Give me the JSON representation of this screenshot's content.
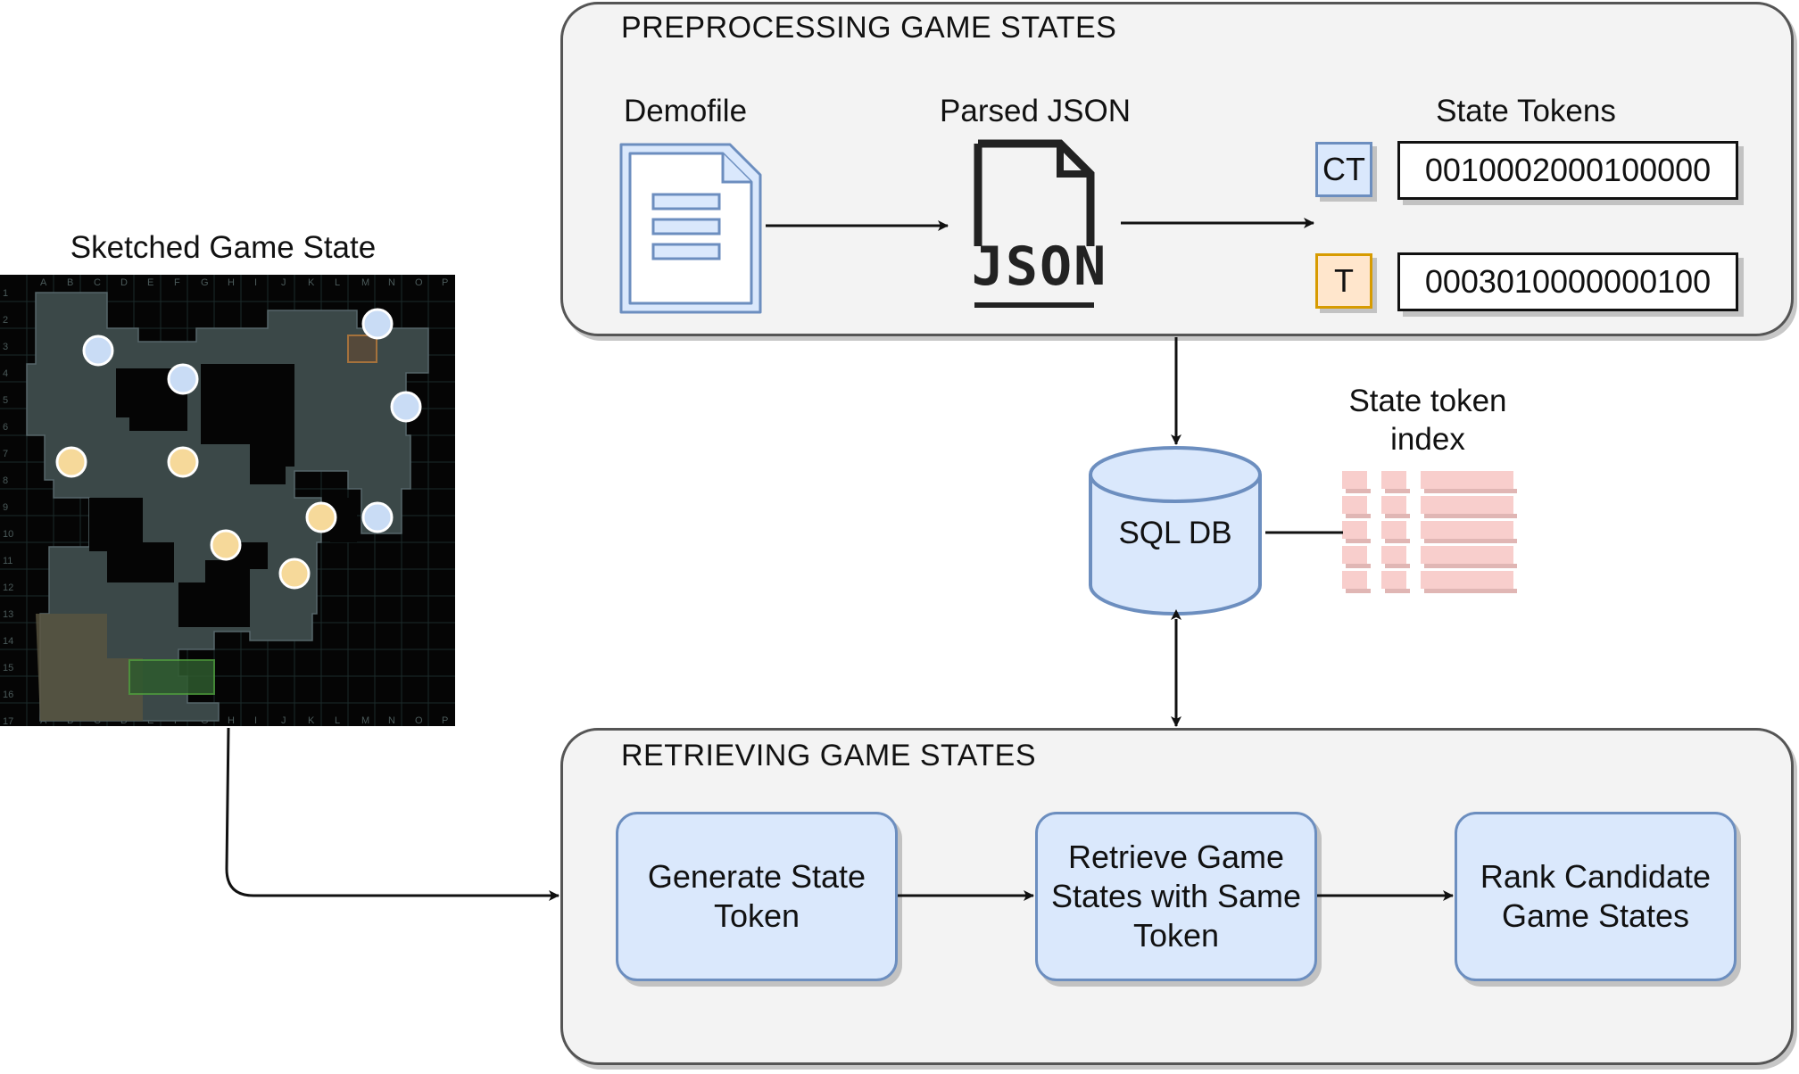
{
  "sketch": {
    "title": "Sketched Game State",
    "map_col_letters": [
      "A",
      "B",
      "C",
      "D",
      "E",
      "F",
      "G",
      "H",
      "I",
      "J",
      "K",
      "L",
      "M",
      "N",
      "O",
      "P"
    ],
    "map_row_numbers": [
      "1",
      "2",
      "3",
      "4",
      "5",
      "6",
      "7",
      "8",
      "9",
      "10",
      "11",
      "12",
      "13",
      "14",
      "15",
      "16",
      "17"
    ],
    "ct_color": "#c9dcf5",
    "t_color": "#f6d99a"
  },
  "preprocessing": {
    "title": "PREPROCESSING GAME STATES",
    "demofile_label": "Demofile",
    "parsed_json_label": "Parsed JSON",
    "json_icon_text": "JSON",
    "state_tokens_label": "State Tokens",
    "tokens": [
      {
        "team": "CT",
        "value": "0010002000100000",
        "color": "#dae8fc",
        "border": "#6c8ebf"
      },
      {
        "team": "T",
        "value": "0003010000000100",
        "color": "#ffe6cc",
        "border": "#d79b00"
      }
    ]
  },
  "database": {
    "label": "SQL DB",
    "index_label_line1": "State token",
    "index_label_line2": "index",
    "db_color": "#dae8fc",
    "index_color": "#f8cecc"
  },
  "retrieving": {
    "title": "RETRIEVING GAME STATES",
    "steps": [
      {
        "line1": "Generate State",
        "line2": "Token",
        "line3": ""
      },
      {
        "line1": "Retrieve Game",
        "line2": "States with Same",
        "line3": "Token"
      },
      {
        "line1": "Rank Candidate",
        "line2": "Game States",
        "line3": ""
      }
    ]
  }
}
